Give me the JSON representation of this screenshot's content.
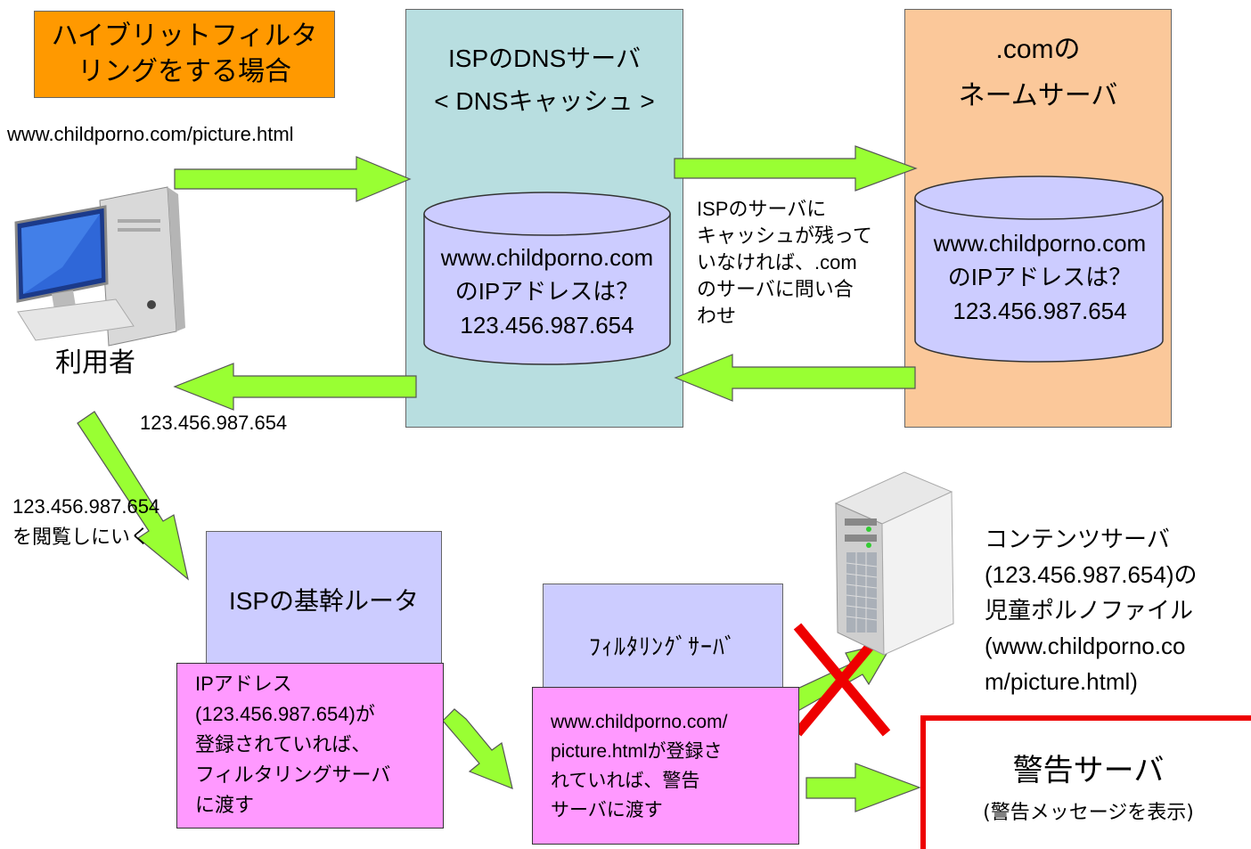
{
  "title_box": {
    "text": "ハイブリットフィルタ\nリングをする場合",
    "fill": "#FF9900"
  },
  "user": {
    "label": "利用者"
  },
  "request_url": "www.childporno.com/picture.html",
  "return_ip": "123.456.987.654",
  "browse_note": "123.456.987.654\nを閲覧しにいく",
  "isp_dns": {
    "title": "ISPのDNSサーバ\n< DNSキャッシュ >",
    "fill": "#B8DEE0",
    "cache_query": "www.childporno.com\nのIPアドレスは？\n123.456.987.654"
  },
  "com_ns": {
    "title": ".comの\nネームサーバ",
    "fill": "#FBC89A",
    "query": "www.childporno.com\nのIPアドレスは？\n123.456.987.654"
  },
  "cache_note": "ISPのサーバに\nキャッシュが残って\nいなければ、.com\nのサーバに問い合\nわせ",
  "isp_router": {
    "title": "ISPの基幹ルータ",
    "fill": "#CCCCFF",
    "note": "IPアドレス\n(123.456.987.654)が\n登録されていれば、\nフィルタリングサーバ\nに渡す",
    "note_fill": "#FF99FF"
  },
  "filter_server": {
    "title": "ﾌｨﾙﾀﾘﾝｸﾞｻｰﾊﾞ",
    "fill": "#CCCCFF",
    "note": "www.childporno.com/\npicture.htmlが登録さ\nれていれば、警告\nサーバに渡す",
    "note_fill": "#FF99FF"
  },
  "content_server": {
    "label": "コンテンツサーバ\n(123.456.987.654)の\n児童ポルノファイル\n(www.childporno.co\nm/picture.html)"
  },
  "warning_server": {
    "title": "警告サーバ",
    "sub": "(警告メッセージを表示)",
    "border": "#EE0000"
  },
  "colors": {
    "arrow": "#99FF33",
    "cylinder": "#CCCCFF",
    "cross": "#EE0000"
  }
}
